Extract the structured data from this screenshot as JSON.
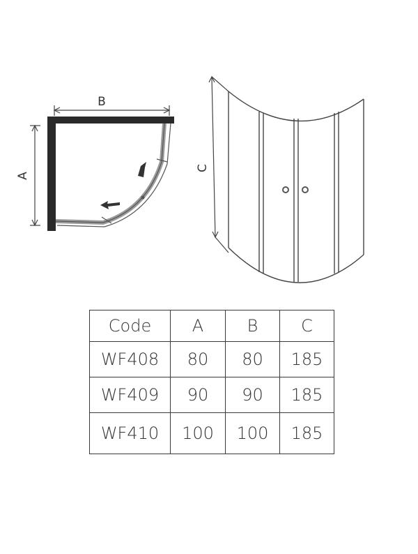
{
  "labels": {
    "depth": "A",
    "width": "B",
    "height": "C"
  },
  "table": {
    "headers": [
      "Code",
      "A",
      "B",
      "C"
    ],
    "rows": [
      [
        "WF408",
        "80",
        "80",
        "185"
      ],
      [
        "WF409",
        "90",
        "90",
        "185"
      ],
      [
        "WF410",
        "100",
        "100",
        "185"
      ]
    ]
  }
}
